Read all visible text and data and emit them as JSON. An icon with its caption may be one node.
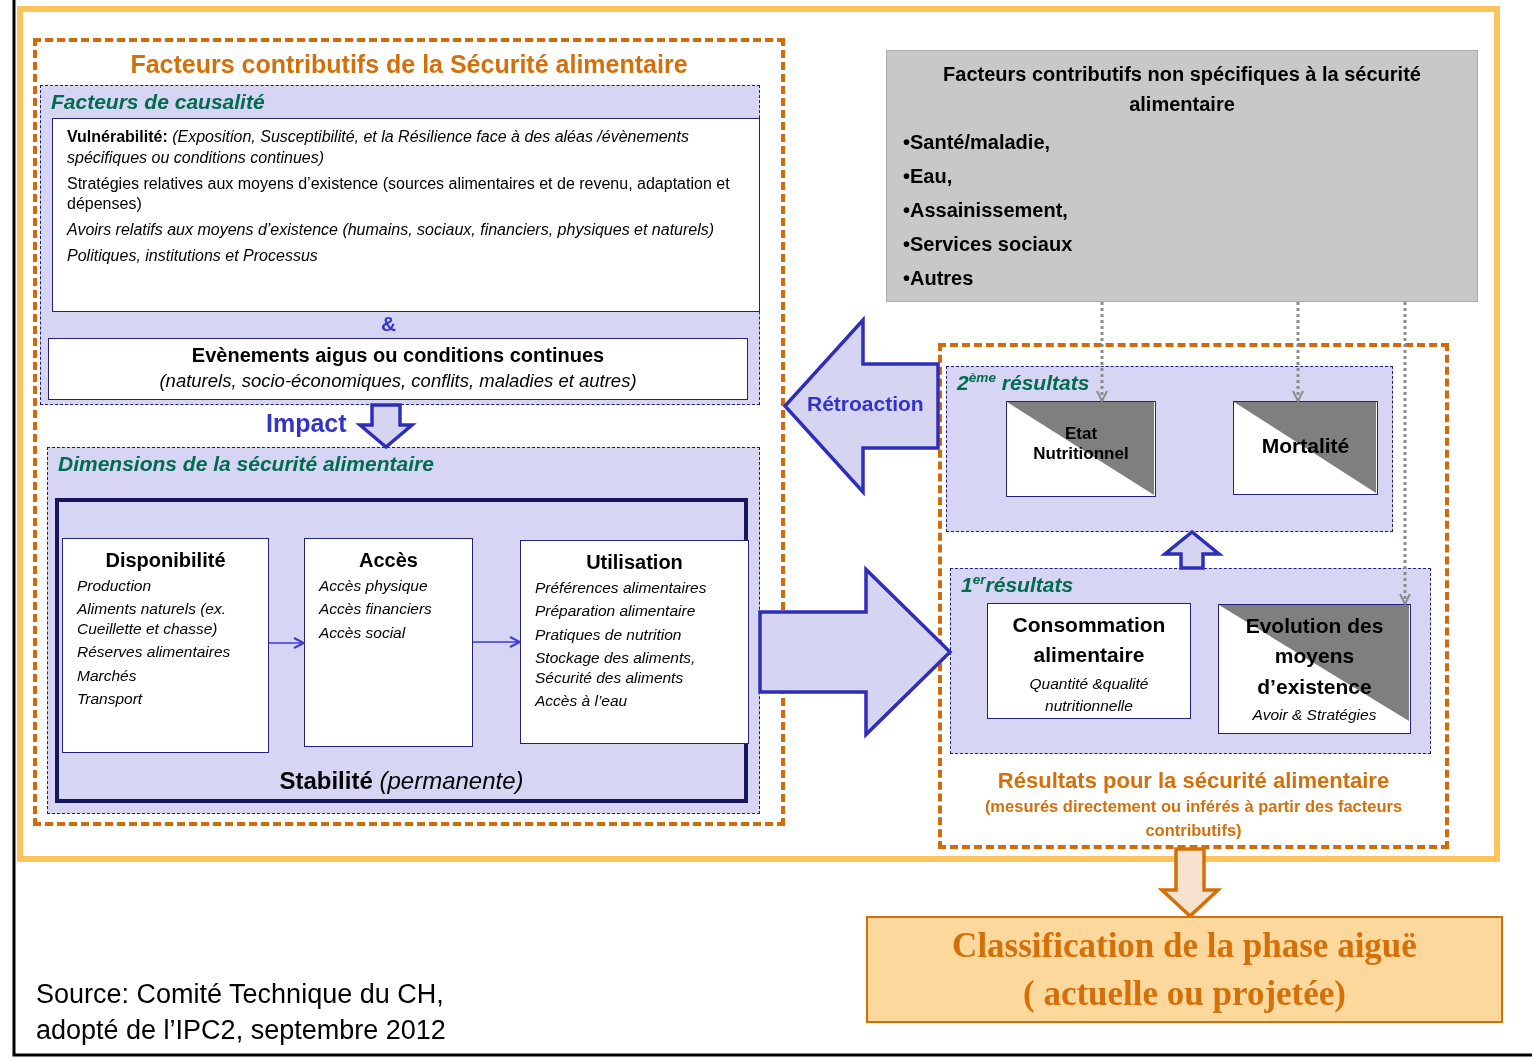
{
  "diagram": {
    "nodes": [
      {
        "text": [
          "Facteurs contributifs de la Sécurité alimentaire"
        ]
      },
      {
        "text": [
          "Facteurs de causalité"
        ],
        "in": 0
      },
      {
        "text": [
          "**Vulnérabilité:** *(Exposition, Susceptibilité, et la Résilience face à des aléas /évènements spécifiques ou conditions continues)*",
          "Stratégies relatives aux moyens d’existence (sources alimentaires et de revenu, adaptation et dépenses)",
          "Avoirs relatifs aux moyens d’existence (humains, sociaux, financiers, physiques et naturels)",
          "Politiques, institutions et Processus"
        ],
        "in": 1
      },
      {
        "text": [
          "Evènements aigus ou conditions continues",
          "(naturels, socio-économiques, conflits, maladies et autres)"
        ],
        "in": 1
      },
      {
        "text": [
          "Dimensions de la sécurité alimentaire"
        ],
        "in": 0
      },
      {
        "text": [
          "**Stabilité** *(permanente)*"
        ],
        "in": 4
      },
      {
        "text": [
          "Disponibilité",
          "Production",
          "Aliments naturels (ex. Cueillette et chasse)",
          "Réserves alimentaires",
          "Marchés",
          "Transport"
        ],
        "in": 5
      },
      {
        "text": [
          "Accès",
          "Accès physique",
          "Accès financiers",
          "Accès social"
        ],
        "in": 5
      },
      {
        "text": [
          "Utilisation",
          "Préférences alimentaires",
          "Préparation alimentaire",
          "Pratiques de nutrition",
          "Stockage des aliments, Sécurité des aliments",
          "Accès à l’eau"
        ],
        "in": 5
      },
      {
        "text": [
          "Facteurs contributifs non spécifiques à la sécurité alimentaire",
          "•Santé/maladie,",
          "•Eau,",
          "•Assainissement,",
          "•Services sociaux",
          "•Autres"
        ]
      },
      {
        "text": [
          "Résultats pour la sécurité alimentaire",
          "(mesurés directement ou inférés à partir des facteurs contributifs)"
        ]
      },
      {
        "text": [
          "2$^{ème}$ résultats"
        ],
        "in": 10
      },
      {
        "text": [
          "Etat Nutritionnel"
        ],
        "in": 11
      },
      {
        "text": [
          "Mortalité"
        ],
        "in": 11
      },
      {
        "text": [
          "1$^{er}$résultats"
        ],
        "in": 10
      },
      {
        "text": [
          "Consommation alimentaire",
          "Quantité &qualité nutritionnelle"
        ],
        "in": 14
      },
      {
        "text": [
          "Evolution des moyens d’existence",
          "Avoir & Stratégies"
        ],
        "in": 14
      },
      {
        "text": [
          "Classification de la phase aiguë ( actuelle ou projetée)"
        ]
      }
    ],
    "edges": [
      {
        "from": 1,
        "to": 4,
        "arrow": "to",
        "label": "Impact",
        "style": "thick"
      },
      {
        "from": 10,
        "to": 0,
        "arrow": "to",
        "label": "Rétroaction",
        "style": "thick"
      },
      {
        "from": 6,
        "to": 7,
        "arrow": "to"
      },
      {
        "from": 7,
        "to": 8,
        "arrow": "to"
      },
      {
        "from": 4,
        "to": 14,
        "arrow": "to",
        "style": "thick"
      },
      {
        "from": 14,
        "to": 11,
        "arrow": "to",
        "style": "thick"
      },
      {
        "from": 10,
        "to": 17,
        "arrow": "to",
        "style": "thick",
        "color": "#d4700a"
      },
      {
        "from": 9,
        "to": 12,
        "arrow": "to",
        "style": "dashed",
        "color": "#8c8c8c"
      },
      {
        "from": 9,
        "to": 13,
        "arrow": "to",
        "style": "dashed",
        "color": "#8c8c8c"
      },
      {
        "from": 9,
        "to": 16,
        "arrow": "to",
        "style": "dashed",
        "color": "#8c8c8c"
      }
    ],
    "labels": [
      "&",
      "Source: Comité Technique du CH, adopté de l’IPC2, septembre 2012"
    ]
  }
}
